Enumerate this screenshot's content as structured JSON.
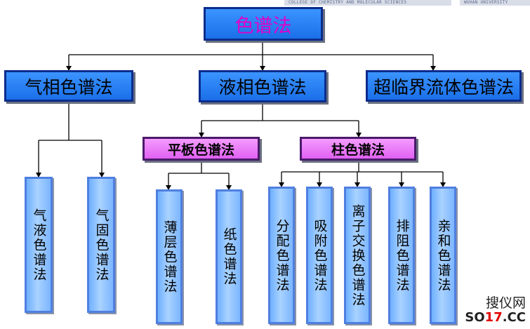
{
  "header": {
    "left_text": "COLLEGE OF CHEMISTRY AND MOLECULAR SCIENCES",
    "right_text": "WUHAN UNIVERSITY"
  },
  "root": {
    "label": "色谱法"
  },
  "level1": [
    {
      "label": "气相色谱法"
    },
    {
      "label": "液相色谱法"
    },
    {
      "label": "超临界流体色谱法"
    }
  ],
  "level2": [
    {
      "label": "平板色谱法"
    },
    {
      "label": "柱色谱法"
    }
  ],
  "leaves": [
    {
      "label": "气液色谱法"
    },
    {
      "label": "气固色谱法"
    },
    {
      "label": "薄层色谱法"
    },
    {
      "label": "纸色谱法"
    },
    {
      "label": "分配色谱法"
    },
    {
      "label": "吸附色谱法"
    },
    {
      "label": "离子交换色谱法"
    },
    {
      "label": "排阻色谱法"
    },
    {
      "label": "亲和色谱法"
    }
  ],
  "watermark": {
    "line1": "搜仪网",
    "line2_a": "SO",
    "line2_b": "17",
    "line2_c": ".CC"
  },
  "colors": {
    "root_text": "#e000c8",
    "node_blue": "#1a6fe8",
    "node_pink": "#e060f2",
    "leaf_blue": "#a9d2ff",
    "watermark_red": "#e00000"
  }
}
